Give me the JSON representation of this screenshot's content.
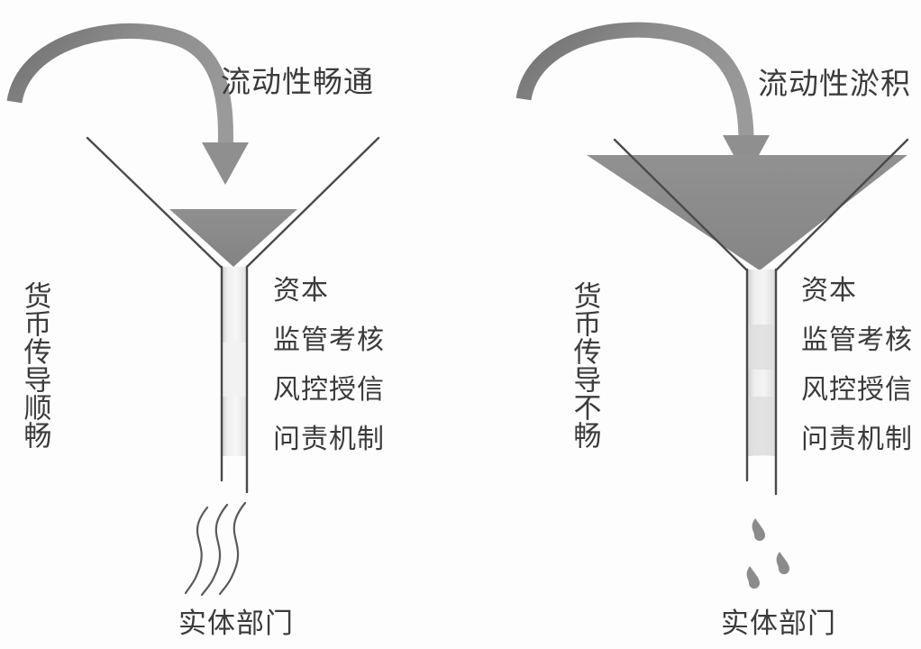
{
  "figure": {
    "type": "conceptual-diagram",
    "background_color": "#fdfdfd",
    "text_color": "#3b3b3b",
    "funnel_fill_color": "#8c8c8c",
    "arrow_color": "#8a8a8a",
    "stem_fill_color": "#e8e8e8",
    "outline_color": "#4a4a4a"
  },
  "panels": [
    {
      "id": "left",
      "flow_title": "流动性畅通",
      "vertical_label": "货币传导顺畅",
      "side_items": [
        "资本",
        "监管考核",
        "风控授信",
        "问责机制"
      ],
      "bottom_label": "实体部门",
      "funnel_fill_level": "low",
      "outflow": "streams"
    },
    {
      "id": "right",
      "flow_title": "流动性淤积",
      "vertical_label": "货币传导不畅",
      "side_items": [
        "资本",
        "监管考核",
        "风控授信",
        "问责机制"
      ],
      "bottom_label": "实体部门",
      "funnel_fill_level": "full",
      "outflow": "droplets"
    }
  ]
}
